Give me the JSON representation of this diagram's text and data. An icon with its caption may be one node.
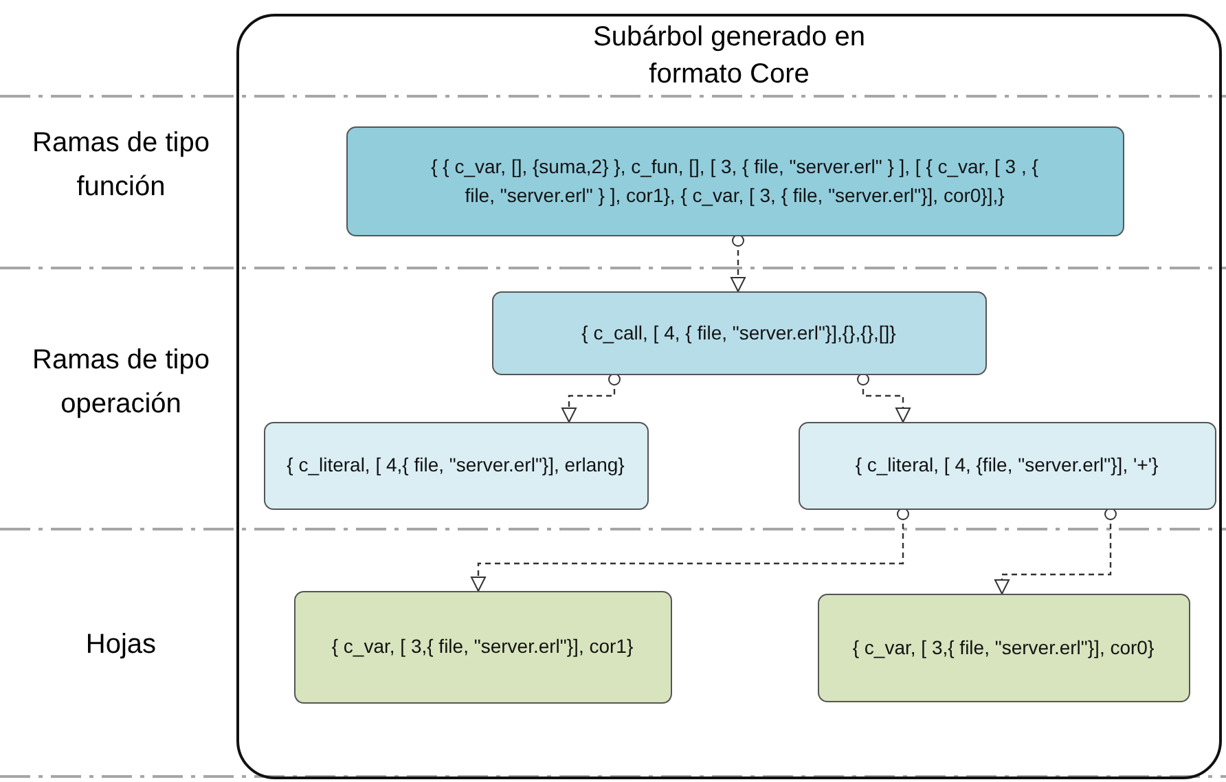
{
  "diagram": {
    "nodes": [
      {
        "text": [
          "Subárbol generado en formato Core"
        ]
      },
      {
        "text": [
          "{ { c_var, [], {suma,2} }, c_fun, [], [ 3, { file, \"server.erl\" } ], [ { c_var, [ 3 , { file, \"server.erl\" } ], cor1}, { c_var, [ 3, { file, \"server.erl\"}], cor0}],}"
        ],
        "in": 0
      },
      {
        "text": [
          "{ c_call, [ 4, { file, \"server.erl\"}],{},{},[]}"
        ],
        "in": 0
      },
      {
        "text": [
          "{ c_literal, [ 4,{ file, \"server.erl\"}], erlang}"
        ],
        "in": 0
      },
      {
        "text": [
          "{ c_literal, [ 4, {file, \"server.erl\"}], '+'}"
        ],
        "in": 0
      },
      {
        "text": [
          "{ c_var, [ 3,{ file, \"server.erl\"}], cor1}"
        ],
        "in": 0
      },
      {
        "text": [
          "{ c_var, [ 3,{ file, \"server.erl\"}], cor0}"
        ],
        "in": 0
      }
    ],
    "edges": [
      {
        "from": 1,
        "to": 2,
        "arrow": "to",
        "style": "dashed"
      },
      {
        "from": 2,
        "to": 3,
        "arrow": "to",
        "style": "dashed"
      },
      {
        "from": 2,
        "to": 4,
        "arrow": "to",
        "style": "dashed"
      },
      {
        "from": 4,
        "to": 5,
        "arrow": "to",
        "style": "dashed"
      },
      {
        "from": 4,
        "to": 6,
        "arrow": "to",
        "style": "dashed"
      }
    ],
    "labels": [
      "Ramas de tipo función",
      "Ramas de tipo operación",
      "Hojas"
    ]
  }
}
